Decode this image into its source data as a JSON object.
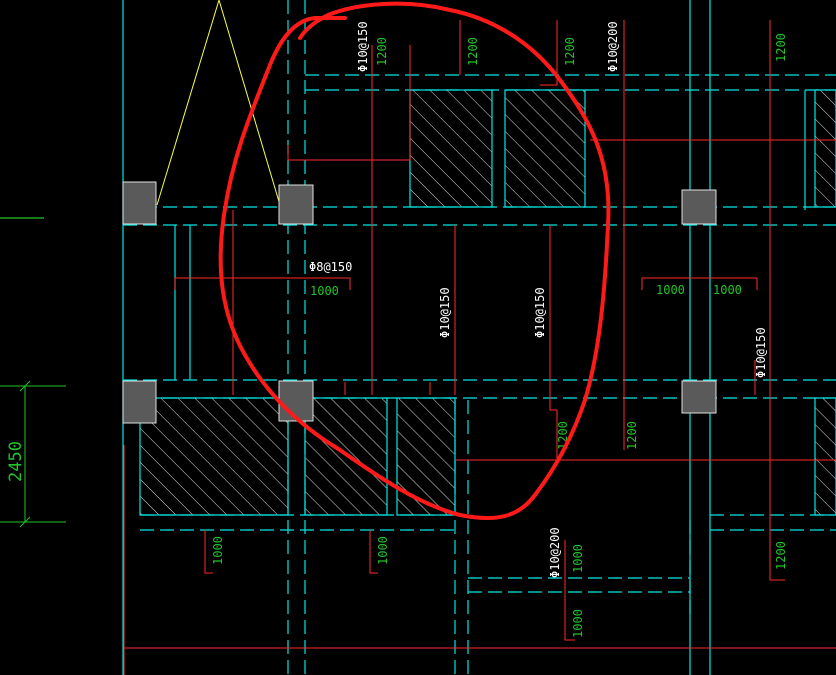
{
  "colors": {
    "background": "#000000",
    "axis": "#00e5e5",
    "rebar": "#ff2a2a",
    "dimension": "#22c22a",
    "column": "#5a5a5a",
    "hatch": "#e0e0e0",
    "triangle": "#ffff40",
    "annotation": "#ff1a1a",
    "text": "#ffffff"
  },
  "labels": {
    "rebar_top_1": "Φ10@150",
    "rebar_top_2": "Φ10@200",
    "rebar_mid_1": "Φ8@150",
    "rebar_mid_2": "Φ10@150",
    "rebar_mid_3": "Φ10@150",
    "rebar_right": "Φ10@150",
    "rebar_bottom": "Φ10@200",
    "len_1200_a": "1200",
    "len_1200_b": "1200",
    "len_1200_c": "1200",
    "len_1200_d": "1200",
    "len_1200_e": "1200",
    "len_1200_f": "1200",
    "len_1200_g": "1200",
    "len_1000_a": "1000",
    "len_1000_b": "1000",
    "len_1000_c": "1000",
    "len_1000_d": "1000",
    "len_1000_e": "1000",
    "len_1000_f": "1000",
    "len_1000_g": "1000",
    "dimension_left": "2450"
  }
}
